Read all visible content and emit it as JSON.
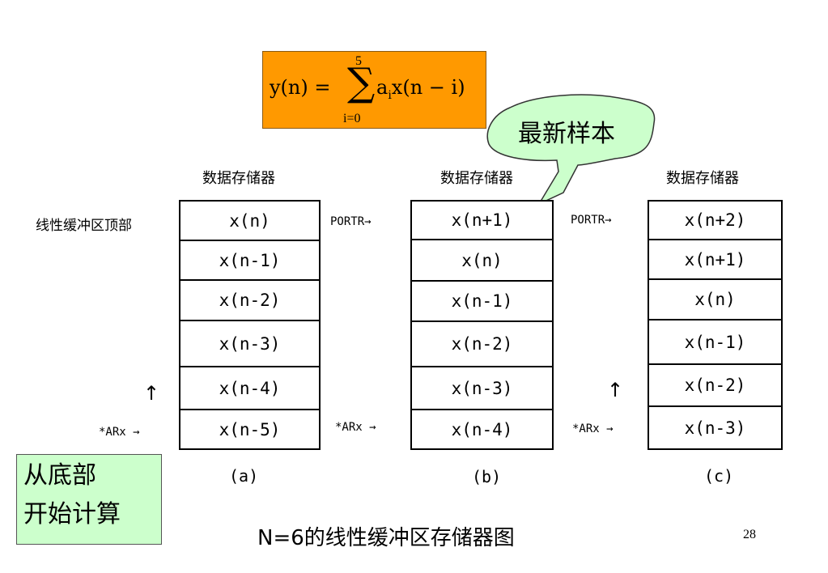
{
  "formula": {
    "lhs": "y(n) =",
    "sigma": "∑",
    "sum_upper": "5",
    "sum_lower": "i=0",
    "rhs_a": "a",
    "rhs_sub": "i",
    "rhs_rest": "x(n − i)"
  },
  "bubble": {
    "text": "最新样本",
    "fill": "#CCFFCC"
  },
  "row_label": "线性缓冲区顶部",
  "stacks": [
    {
      "title": "数据存储器",
      "cells": [
        "x(n)",
        "x(n-1)",
        "x(n-2)",
        "x(n-3)",
        "x(n-4)",
        "x(n-5)"
      ],
      "caption": "(a)"
    },
    {
      "title": "数据存储器",
      "cells": [
        "x(n+1)",
        "x(n)",
        "x(n-1)",
        "x(n-2)",
        "x(n-3)",
        "x(n-4)"
      ],
      "caption": "(b)"
    },
    {
      "title": "数据存储器",
      "cells": [
        "x(n+2)",
        "x(n+1)",
        "x(n)",
        "x(n-1)",
        "x(n-2)",
        "x(n-3)"
      ],
      "caption": "(c)"
    }
  ],
  "portr_label": "PORTR→",
  "arx_label": "*ARx →",
  "up_arrow": "↑",
  "note": {
    "line1": "从底部",
    "line2": "开始计算"
  },
  "caption": "N=6的线性缓冲区存储器图",
  "page_number": "28",
  "colors": {
    "formula_bg": "#FF9900",
    "note_bg": "#CCFFCC",
    "bubble_bg": "#CCFFCC"
  }
}
